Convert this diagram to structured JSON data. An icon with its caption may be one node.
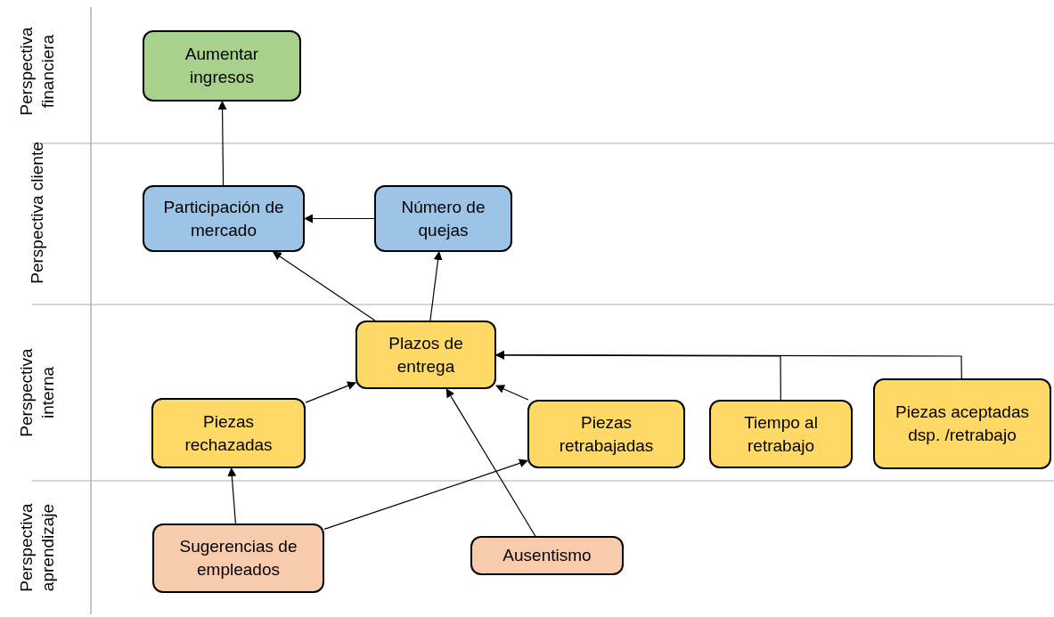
{
  "diagram": {
    "nodes": [
      {
        "text": [
          "Aumentar ingresos"
        ]
      },
      {
        "text": [
          "Participación de mercado"
        ]
      },
      {
        "text": [
          "Número de quejas"
        ]
      },
      {
        "text": [
          "Plazos de entrega"
        ]
      },
      {
        "text": [
          "Piezas rechazadas"
        ]
      },
      {
        "text": [
          "Piezas retrabajadas"
        ]
      },
      {
        "text": [
          "Tiempo al retrabajo"
        ]
      },
      {
        "text": [
          "Piezas aceptadas dsp. /retrabajo"
        ]
      },
      {
        "text": [
          "Sugerencias de empleados"
        ]
      },
      {
        "text": [
          "Ausentismo"
        ]
      }
    ],
    "edges": [
      {
        "from": 1,
        "to": 0,
        "arrow": "to"
      },
      {
        "from": 2,
        "to": 1,
        "arrow": "to"
      },
      {
        "from": 3,
        "to": 1,
        "arrow": "to"
      },
      {
        "from": 3,
        "to": 2,
        "arrow": "to"
      },
      {
        "from": 4,
        "to": 3,
        "arrow": "to"
      },
      {
        "from": 5,
        "to": 3,
        "arrow": "to"
      },
      {
        "from": 6,
        "to": 3,
        "arrow": "to"
      },
      {
        "from": 7,
        "to": 3,
        "arrow": "to"
      },
      {
        "from": 8,
        "to": 4,
        "arrow": "to"
      },
      {
        "from": 8,
        "to": 5,
        "arrow": "to"
      },
      {
        "from": 9,
        "to": 3,
        "arrow": "to"
      }
    ],
    "labels": [
      "Perspectiva financiera",
      "Perspectiva cliente",
      "Perspectiva interna",
      "Perspectiva aprendizaje"
    ]
  }
}
